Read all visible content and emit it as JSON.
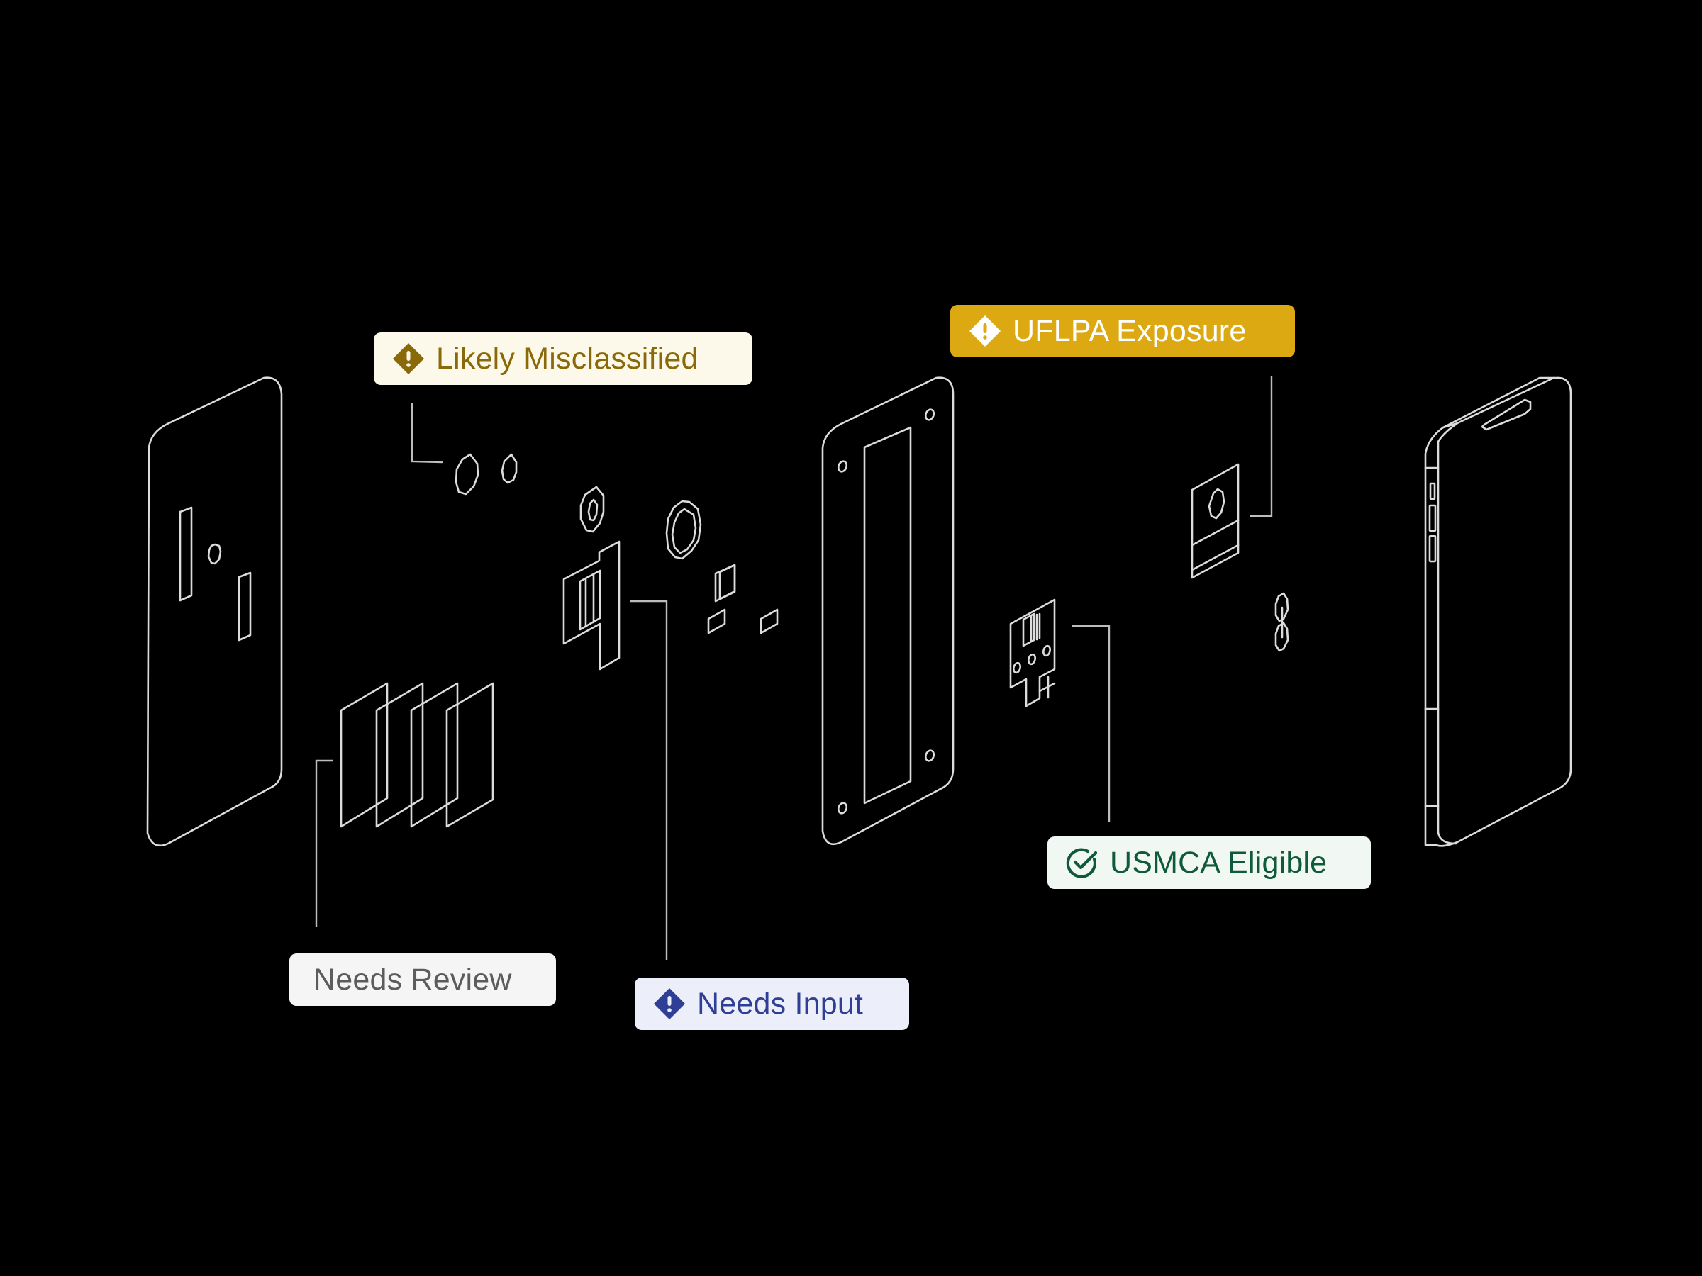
{
  "diagram": {
    "title": "Exploded phone assembly compliance callouts",
    "background": "#000000",
    "line_color": "#dcdcdc",
    "components": [
      {
        "id": "back-panel",
        "label": "back panel"
      },
      {
        "id": "camera-lenses",
        "label": "camera lenses"
      },
      {
        "id": "battery-cells",
        "label": "battery cell stack"
      },
      {
        "id": "logic-board",
        "label": "logic board / flex"
      },
      {
        "id": "midframe",
        "label": "midframe"
      },
      {
        "id": "camera-module",
        "label": "camera module"
      },
      {
        "id": "sub-board",
        "label": "sub board"
      },
      {
        "id": "screws",
        "label": "screws"
      },
      {
        "id": "front-housing",
        "label": "front housing"
      }
    ]
  },
  "badges": {
    "likely_misclassified": {
      "label": "Likely Misclassified",
      "icon": "warning-diamond-icon",
      "bg": "#fcf8ea",
      "fg": "#8a6a08"
    },
    "uflpa_exposure": {
      "label": "UFLPA Exposure",
      "icon": "warning-diamond-icon",
      "bg": "#dca912",
      "fg": "#ffffff"
    },
    "usmca_eligible": {
      "label": "USMCA Eligible",
      "icon": "check-circle-icon",
      "bg": "#f1f7f2",
      "fg": "#0f5a3a"
    },
    "needs_review": {
      "label": "Needs Review",
      "icon": null,
      "bg": "#f5f5f6",
      "fg": "#5c5c5c"
    },
    "needs_input": {
      "label": "Needs Input",
      "icon": "warning-diamond-icon",
      "bg": "#eceef9",
      "fg": "#2e3f95"
    }
  }
}
